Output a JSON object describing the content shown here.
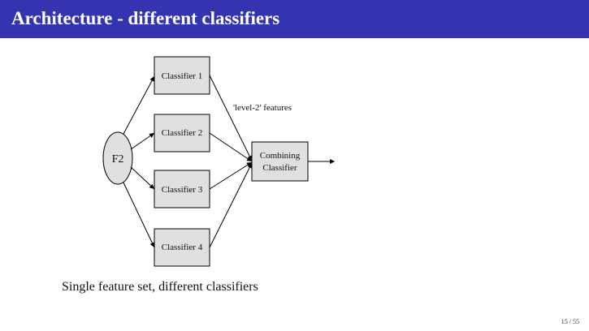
{
  "slide": {
    "title": "Architecture - different classifiers",
    "caption": "Single feature set, different classifiers",
    "page": "15 / 55"
  },
  "diagram": {
    "input_label": "F2",
    "classifiers": [
      "Classifier 1",
      "Classifier 2",
      "Classifier 3",
      "Classifier 4"
    ],
    "combiner": [
      "Combining",
      "Classifier"
    ],
    "edge_label": "'level-2' features",
    "colors": {
      "title_bg": "#3434b0",
      "box_fill": "#e0e0e0",
      "stroke": "#000000"
    }
  }
}
